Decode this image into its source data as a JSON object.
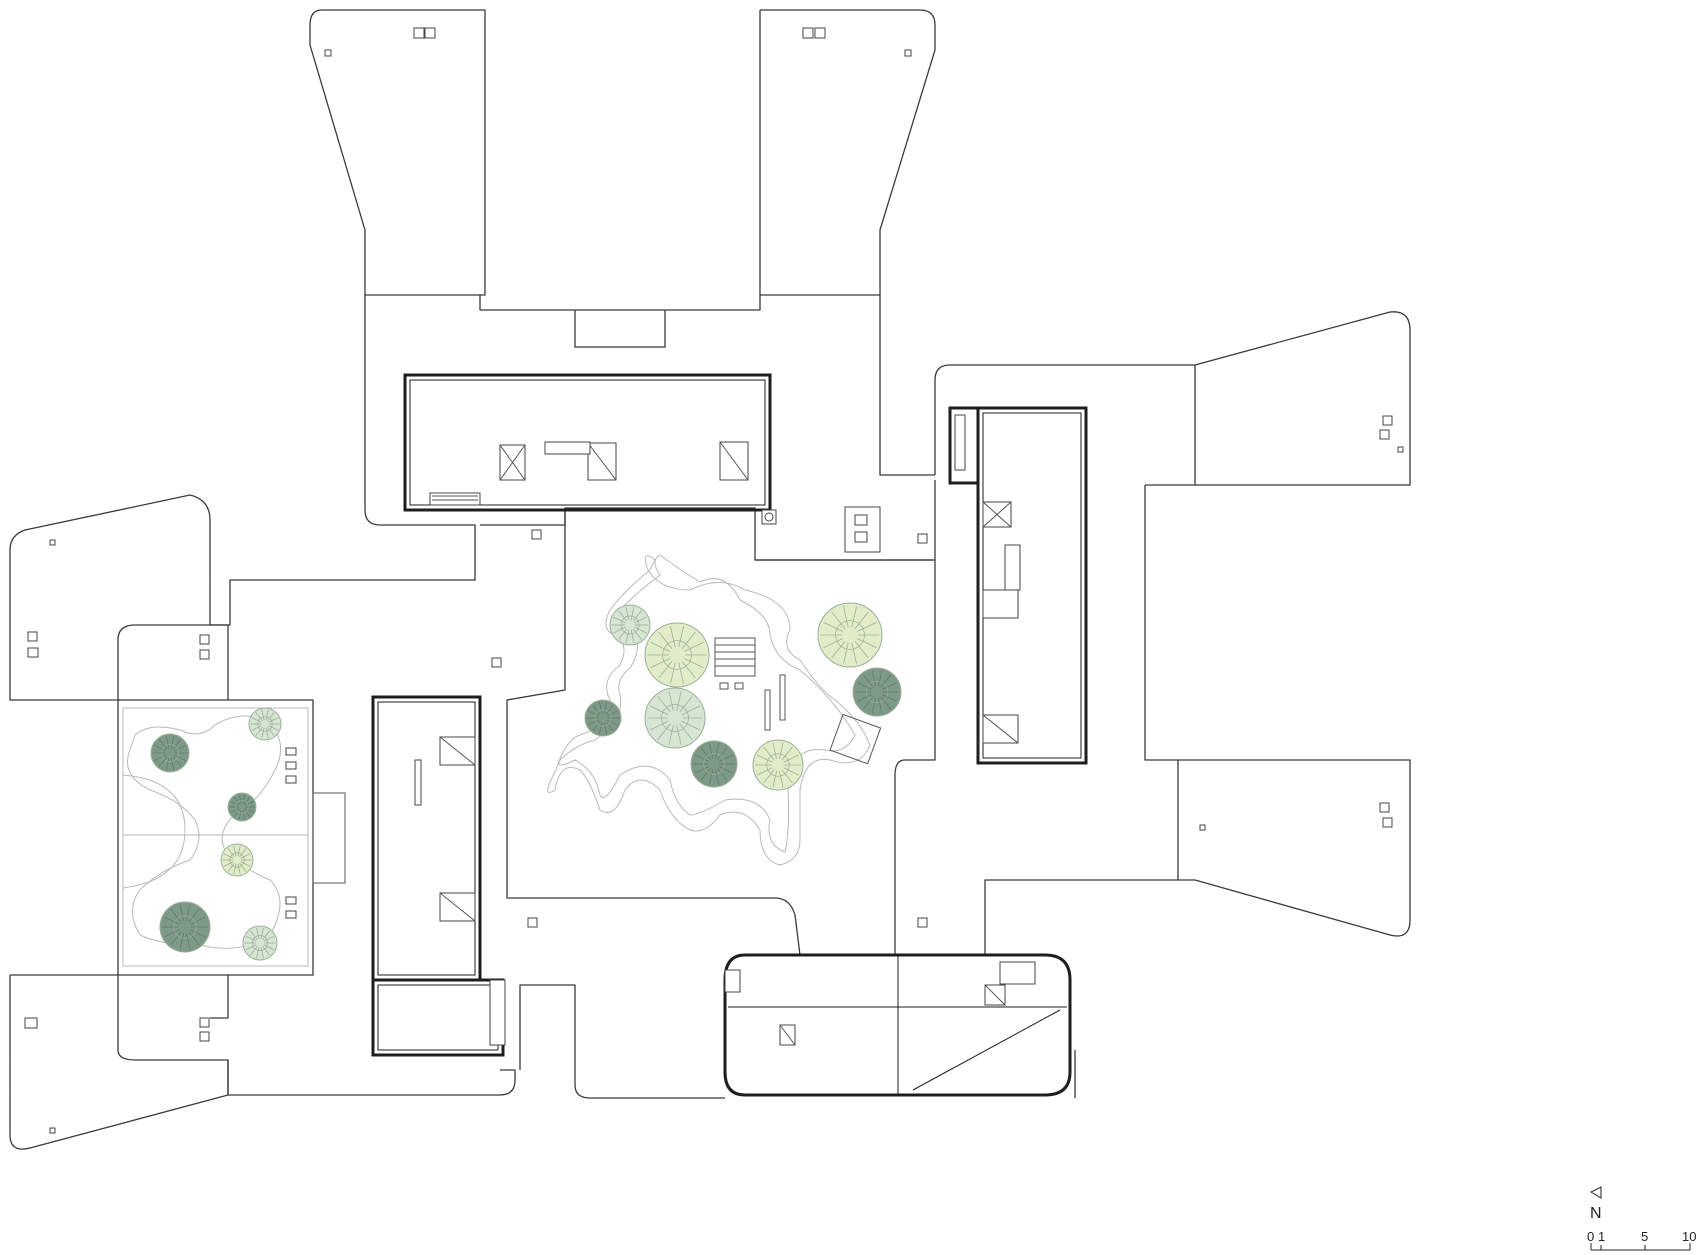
{
  "north_label": "N",
  "scale_labels": [
    "0",
    "1",
    "5",
    "10"
  ],
  "colors": {
    "tree_light": "#e3ecc8",
    "tree_mid": "#d6e6d3",
    "tree_dark": "#7d9a86",
    "tree_stroke": "#9aae99",
    "line": "#3a3a3a",
    "courtyard_fill": "#f7f7f7"
  },
  "icons": {
    "north_arrow": "triangle",
    "trees": "radial-canopy"
  }
}
